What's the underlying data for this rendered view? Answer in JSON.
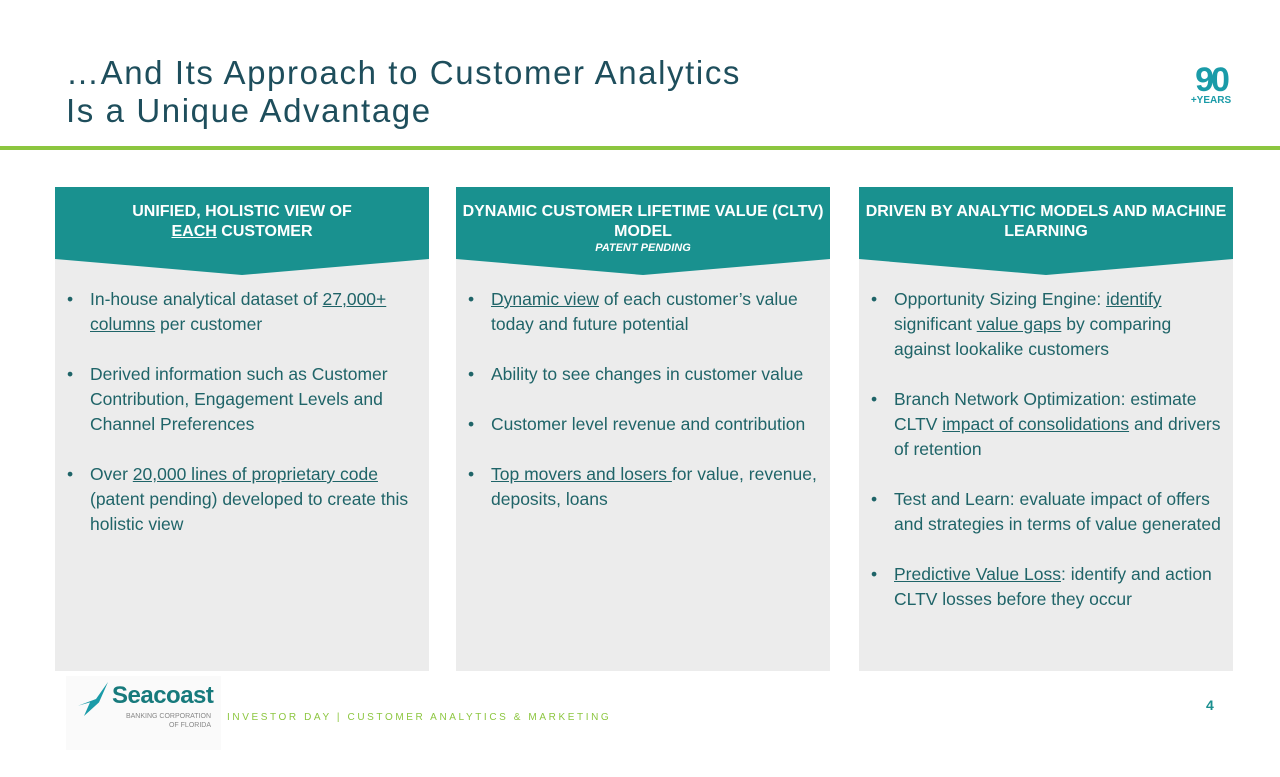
{
  "title": {
    "line1": "…And Its Approach to Customer Analytics",
    "line2": "Is a Unique Advantage"
  },
  "badge": {
    "number": "90",
    "label": "+YEARS"
  },
  "columns": [
    {
      "header": [
        "UNIFIED, HOLISTIC VIEW OF",
        {
          "u": "EACH"
        },
        " CUSTOMER"
      ],
      "sub": "",
      "bullets": [
        [
          {
            "t": "In-house analytical dataset of "
          },
          {
            "t": "27,000+ columns",
            "u": true
          },
          {
            "t": " per customer"
          }
        ],
        [
          {
            "t": "Derived information such as Customer Contribution, Engagement Levels and Channel Preferences"
          }
        ],
        [
          {
            "t": "Over "
          },
          {
            "t": "20,000 lines of proprietary code",
            "u": true
          },
          {
            "t": " (patent pending) developed to create this holistic view"
          }
        ]
      ]
    },
    {
      "header": [
        "DYNAMIC CUSTOMER LIFETIME VALUE (CLTV) MODEL"
      ],
      "sub": "PATENT PENDING",
      "bullets": [
        [
          {
            "t": "Dynamic view",
            "u": true
          },
          {
            "t": " of each customer’s value today and future potential"
          }
        ],
        [
          {
            "t": "Ability to see changes in customer value"
          }
        ],
        [
          {
            "t": "Customer level revenue and contribution"
          }
        ],
        [
          {
            "t": "Top movers and losers ",
            "u": true
          },
          {
            "t": "for value, revenue, deposits, loans"
          }
        ]
      ]
    },
    {
      "header": [
        "DRIVEN BY ANALYTIC MODELS AND MACHINE LEARNING"
      ],
      "sub": "",
      "bullets": [
        [
          {
            "t": "Opportunity Sizing Engine: "
          },
          {
            "t": "identify",
            "u": true
          },
          {
            "t": " significant "
          },
          {
            "t": "value gaps",
            "u": true
          },
          {
            "t": " by comparing against lookalike customers"
          }
        ],
        [
          {
            "t": "Branch Network Optimization: estimate CLTV "
          },
          {
            "t": "impact of consolidations",
            "u": true
          },
          {
            "t": " and drivers of retention"
          }
        ],
        [
          {
            "t": "Test and Learn: evaluate impact of offers and strategies in terms of value generated"
          }
        ],
        [
          {
            "t": "Predictive Value Loss",
            "u": true
          },
          {
            "t": ": identify and action CLTV losses before they occur"
          }
        ]
      ]
    }
  ],
  "footer": {
    "logo_name": "Seacoast",
    "logo_sub1": "BANKING CORPORATION",
    "logo_sub2": "OF FLORIDA",
    "tagline": "INVESTOR DAY | CUSTOMER ANALYTICS & MARKETING",
    "page": "4"
  }
}
